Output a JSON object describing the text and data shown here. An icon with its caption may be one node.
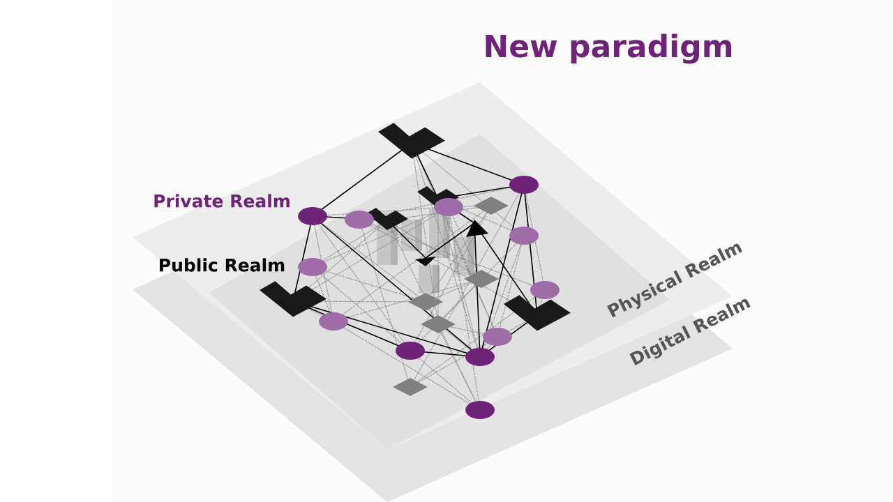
{
  "diagram": {
    "title": "New paradigm",
    "labels": [
      "Private Realm",
      "Public Realm",
      "Physical Realm",
      "Digital Realm"
    ]
  }
}
